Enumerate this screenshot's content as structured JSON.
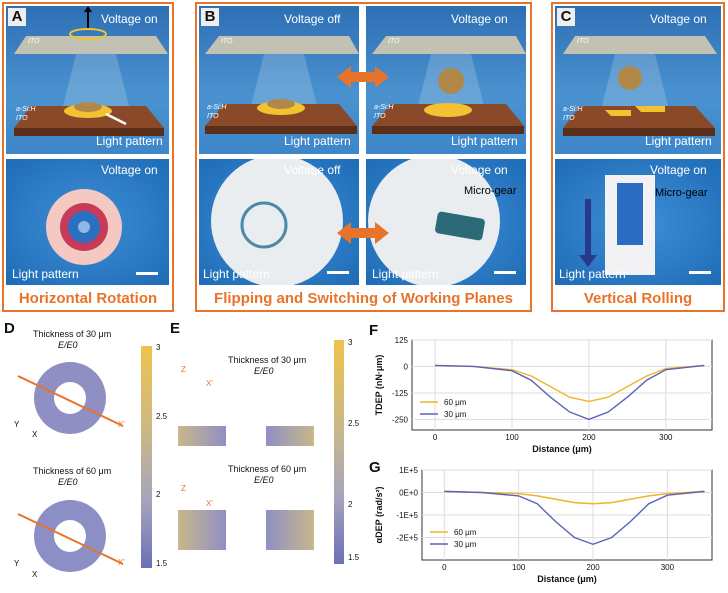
{
  "panel_A": {
    "letter": "A",
    "top": {
      "voltage": "Voltage on",
      "ito_top": "ITO",
      "asih": "a-Si:H",
      "ito_bottom": "ITO",
      "light_pattern": "Light pattern"
    },
    "bottom": {
      "voltage": "Voltage on",
      "light_pattern": "Light pattern"
    },
    "caption": "Horizontal Rotation"
  },
  "panel_B": {
    "letter": "B",
    "top_left": {
      "voltage": "Voltage off",
      "ito_top": "ITO",
      "asih": "a-Si:H",
      "ito_bottom": "ITO",
      "light_pattern": "Light pattern"
    },
    "top_right": {
      "voltage": "Voltage on",
      "ito_top": "ITO",
      "asih": "a-Si:H",
      "ito_bottom": "ITO",
      "light_pattern": "Light pattern"
    },
    "bottom_left": {
      "voltage": "Voltage off",
      "light_pattern": "Light pattern"
    },
    "bottom_right": {
      "voltage": "Voltage on",
      "micro_gear": "Micro-gear",
      "light_pattern": "Light pattern"
    },
    "caption": "Flipping and Switching of Working Planes"
  },
  "panel_C": {
    "letter": "C",
    "top": {
      "voltage": "Voltage on",
      "ito_top": "ITO",
      "asih": "a-Si:H",
      "ito_bottom": "ITO",
      "light_pattern": "Light pattern"
    },
    "bottom": {
      "voltage": "Voltage on",
      "micro_gear": "Micro-gear",
      "light_pattern": "Light pattern"
    },
    "caption": "Vertical Rolling"
  },
  "panel_D": {
    "letter": "D",
    "title1": "Thickness of 30 μm",
    "sub1": "E/E0",
    "title2": "Thickness of 60 μm",
    "sub2": "E/E0",
    "axis_y": "Y",
    "axis_x": "X",
    "x_prime": "X'",
    "colorbar_ticks": [
      "3",
      "2.5",
      "2",
      "1.5"
    ]
  },
  "panel_E": {
    "letter": "E",
    "title1": "Thickness of 30 μm",
    "sub1": "E/E0",
    "title2": "Thickness of 60 μm",
    "sub2": "E/E0",
    "axis_z": "Z",
    "axis_x": "X'",
    "colorbar_ticks": [
      "3",
      "2.5",
      "2",
      "1.5"
    ]
  },
  "colors": {
    "accent": "#e8732b",
    "series_60": "#f0b429",
    "series_30": "#5b63b8"
  },
  "chart_data": [
    {
      "panel": "F",
      "type": "line",
      "ylabel": "TDEP (nN·μm)",
      "xlabel": "Distance (μm)",
      "xlim": [
        -30,
        360
      ],
      "ylim": [
        -300,
        125
      ],
      "xticks": [
        "0",
        "100",
        "200",
        "300"
      ],
      "yticks": [
        "125",
        "0",
        "-125",
        "-250"
      ],
      "grid": true,
      "legend_position": "bottom-left",
      "series": [
        {
          "name": "60 μm",
          "x": [
            0,
            50,
            100,
            125,
            150,
            175,
            200,
            225,
            250,
            275,
            300,
            350
          ],
          "values": [
            5,
            0,
            -15,
            -45,
            -95,
            -145,
            -165,
            -145,
            -95,
            -45,
            -10,
            5
          ]
        },
        {
          "name": "30 μm",
          "x": [
            0,
            50,
            100,
            125,
            150,
            175,
            200,
            225,
            250,
            275,
            300,
            350
          ],
          "values": [
            5,
            0,
            -20,
            -65,
            -145,
            -215,
            -250,
            -215,
            -145,
            -65,
            -15,
            5
          ]
        }
      ]
    },
    {
      "panel": "G",
      "type": "line",
      "ylabel": "αDEP (rad/s²)",
      "xlabel": "Distance (μm)",
      "xlim": [
        -30,
        360
      ],
      "ylim": [
        -300000,
        100000
      ],
      "xticks": [
        "0",
        "100",
        "200",
        "300"
      ],
      "yticks": [
        "1E+5",
        "0E+0",
        "-1E+5",
        "-2E+5"
      ],
      "grid": true,
      "legend_position": "bottom-left",
      "series": [
        {
          "name": "60 μm",
          "x": [
            0,
            50,
            100,
            125,
            150,
            175,
            200,
            225,
            250,
            275,
            300,
            350
          ],
          "values": [
            5000,
            0,
            -5000,
            -15000,
            -30000,
            -45000,
            -50000,
            -45000,
            -30000,
            -15000,
            -5000,
            5000
          ]
        },
        {
          "name": "30 μm",
          "x": [
            0,
            50,
            100,
            125,
            150,
            175,
            200,
            225,
            250,
            275,
            300,
            350
          ],
          "values": [
            5000,
            0,
            -15000,
            -50000,
            -130000,
            -200000,
            -230000,
            -200000,
            -130000,
            -50000,
            -12000,
            5000
          ]
        }
      ]
    }
  ]
}
